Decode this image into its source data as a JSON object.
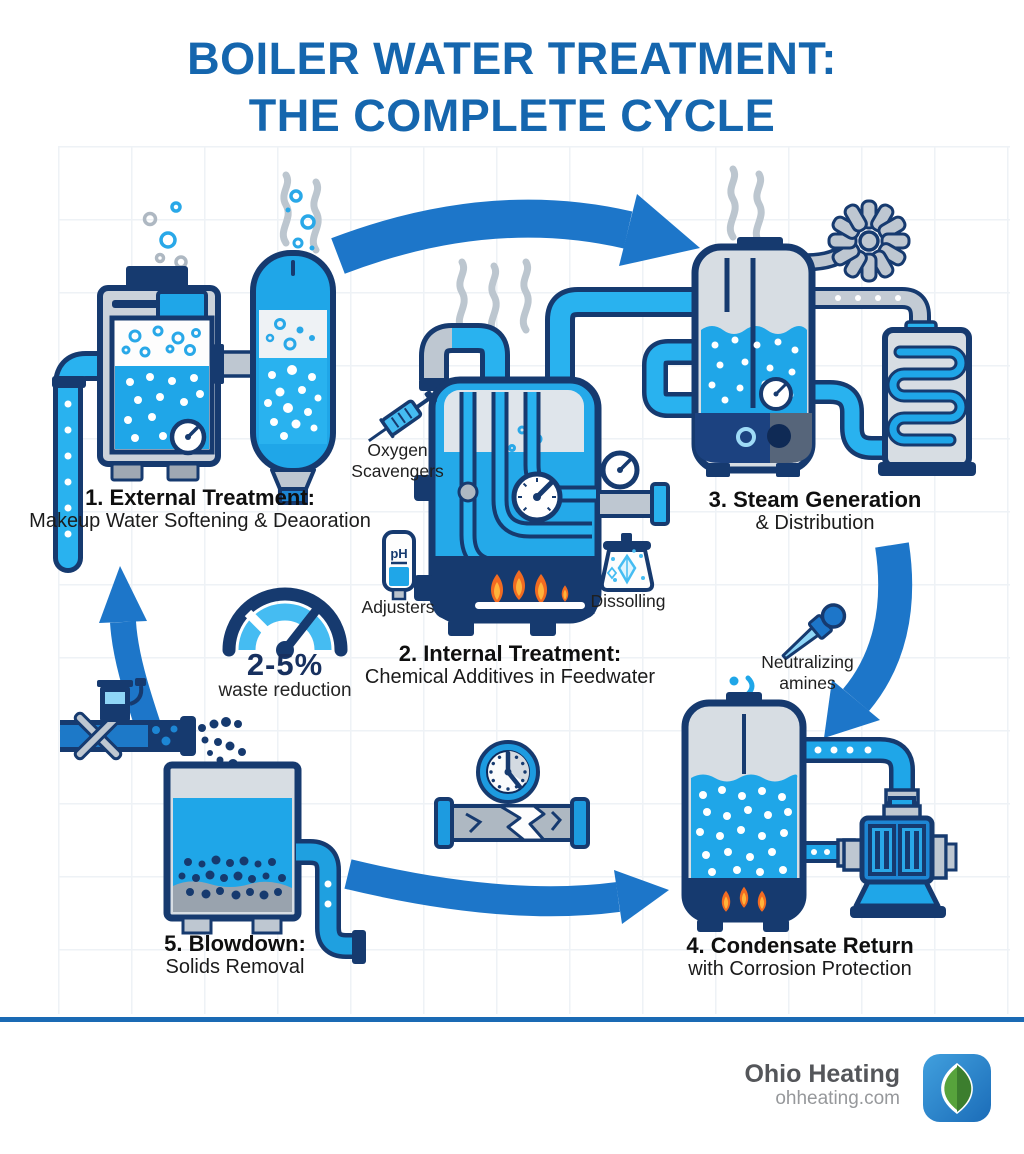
{
  "title": {
    "line1": "BOILER WATER TREATMENT:",
    "line2": "THE COMPLETE CYCLE"
  },
  "steps": {
    "external": {
      "title": "1. External Treatment:",
      "subtitle": "Makeup Water Softening & Deaoration"
    },
    "internal": {
      "title": "2. Internal Treatment:",
      "subtitle": "Chemical Additives in Feedwater"
    },
    "steam": {
      "title": "3. Steam Generation",
      "subtitle": "& Distribution"
    },
    "condensate": {
      "title": "4. Condensate Return",
      "subtitle": "with Corrosion Protection"
    },
    "blowdown": {
      "title": "5. Blowdown:",
      "subtitle": "Solids Removal"
    }
  },
  "annotations": {
    "oxygen_scavengers": {
      "line1": "Oxygen",
      "line2": "Scavengers"
    },
    "ph_strip_label": "pH",
    "adjusters_label": "Adjusters",
    "dissolving_label": "Dissolling",
    "waste_gauge": {
      "value": "2-5%",
      "label": "waste reduction"
    },
    "neutralizing": {
      "line1": "Neutralizing",
      "line2": "amines"
    }
  },
  "footer": {
    "brand": "Ohio Heating",
    "website": "ohheating.com"
  },
  "colors": {
    "title_blue": "#1566AE",
    "arrow_blue": "#1D76C9",
    "water_blue": "#1FA6E8",
    "navy_outline": "#163A6F",
    "steel_gray": "#C9D0D9",
    "steam_gray": "#BCC6CF",
    "flame_orange": "#F26B21",
    "flame_yellow": "#FFB43B",
    "divider_blue": "#1A6AB4"
  }
}
